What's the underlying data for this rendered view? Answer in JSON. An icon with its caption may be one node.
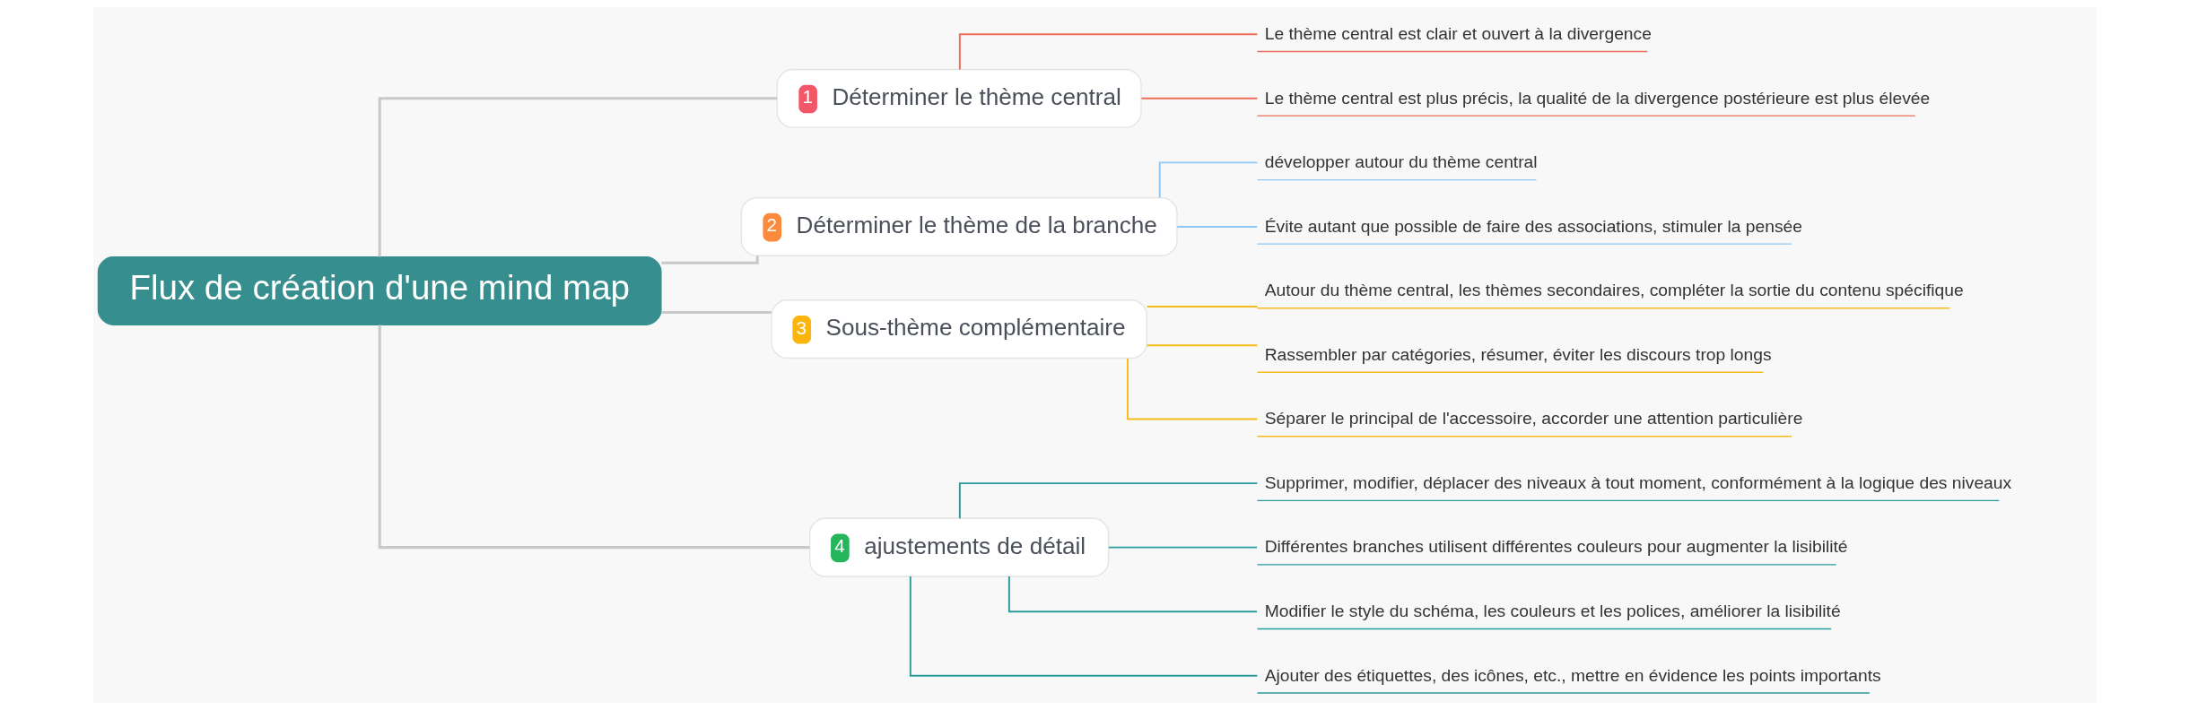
{
  "diagram": {
    "nodes": [
      {
        "text": [
          "Flux de création d'une mind map"
        ]
      },
      {
        "text": [
          "1",
          "Déterminer le thème central"
        ]
      },
      {
        "text": [
          "Le thème central est clair et ouvert à la divergence"
        ]
      },
      {
        "text": [
          "Le thème central est plus précis, la qualité de la divergence postérieure est plus élevée"
        ]
      },
      {
        "text": [
          "2",
          "Déterminer le thème de la branche"
        ]
      },
      {
        "text": [
          "développer autour du thème central"
        ]
      },
      {
        "text": [
          "Évite autant que possible de faire des associations, stimuler la pensée"
        ]
      },
      {
        "text": [
          "3",
          "Sous-thème complémentaire"
        ]
      },
      {
        "text": [
          "Autour du thème central, les thèmes secondaires, compléter la sortie du contenu spécifique"
        ]
      },
      {
        "text": [
          "Rassembler par catégories, résumer, éviter les discours trop longs"
        ]
      },
      {
        "text": [
          "Séparer le principal de l'accessoire, accorder une attention particulière"
        ]
      },
      {
        "text": [
          "4",
          "ajustements de détail"
        ]
      },
      {
        "text": [
          "Supprimer, modifier, déplacer des niveaux à tout moment, conformément à la logique des niveaux"
        ]
      },
      {
        "text": [
          "Différentes branches utilisent différentes couleurs pour augmenter la lisibilité"
        ]
      },
      {
        "text": [
          "Modifier le style du schéma, les couleurs et les polices, améliorer la lisibilité"
        ]
      },
      {
        "text": [
          "Ajouter des étiquettes, des icônes, etc., mettre en évidence les points importants"
        ]
      }
    ],
    "edges": [
      {
        "from": 0,
        "to": 1,
        "arrow": "none",
        "color": "#c8c8c8"
      },
      {
        "from": 1,
        "to": 2,
        "arrow": "none",
        "color": "#ea6f5a"
      },
      {
        "from": 1,
        "to": 3,
        "arrow": "none",
        "color": "#ea6f5a"
      },
      {
        "from": 0,
        "to": 4,
        "arrow": "none",
        "color": "#c8c8c8"
      },
      {
        "from": 4,
        "to": 5,
        "arrow": "none",
        "color": "#90c8f5"
      },
      {
        "from": 4,
        "to": 6,
        "arrow": "none",
        "color": "#90c8f5"
      },
      {
        "from": 0,
        "to": 7,
        "arrow": "none",
        "color": "#c8c8c8"
      },
      {
        "from": 7,
        "to": 8,
        "arrow": "none",
        "color": "#f5bb1a"
      },
      {
        "from": 7,
        "to": 9,
        "arrow": "none",
        "color": "#f5bb1a"
      },
      {
        "from": 7,
        "to": 10,
        "arrow": "none",
        "color": "#f5bb1a"
      },
      {
        "from": 0,
        "to": 11,
        "arrow": "none",
        "color": "#c8c8c8"
      },
      {
        "from": 11,
        "to": 12,
        "arrow": "none",
        "color": "#2b9a9a"
      },
      {
        "from": 11,
        "to": 13,
        "arrow": "none",
        "color": "#2b9a9a"
      },
      {
        "from": 11,
        "to": 14,
        "arrow": "none",
        "color": "#2b9a9a"
      },
      {
        "from": 11,
        "to": 15,
        "arrow": "none",
        "color": "#2b9a9a"
      }
    ]
  }
}
